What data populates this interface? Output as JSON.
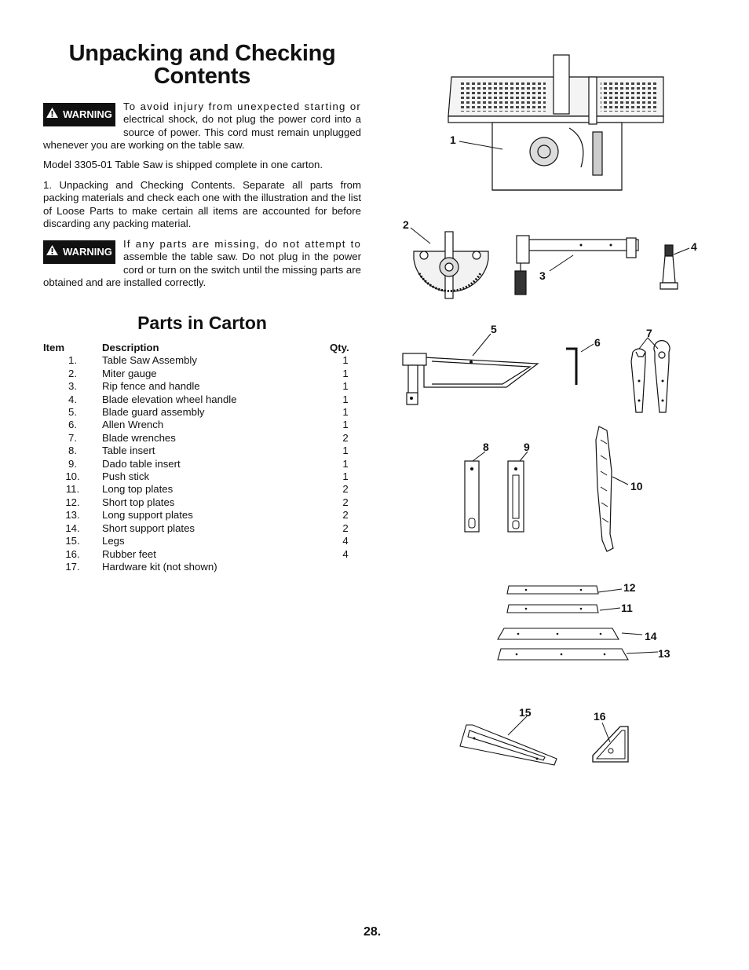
{
  "heading": "Unpacking and Checking Contents",
  "warning1": {
    "badge": "WARNING",
    "text_first": "To avoid injury from unexpected starting or",
    "text_rest": "electrical shock, do not plug the power cord into a source of power. This cord must remain unplugged whenever you are working on the table saw."
  },
  "model_note": "Model 3305-01 Table Saw is shipped complete in one carton.",
  "step1": "1. Unpacking and Checking Contents. Separate all parts from packing materials and check each one with the illustration and the list of Loose Parts to make certain all items are accounted for before discarding any packing material.",
  "warning2": {
    "badge": "WARNING",
    "text_first": "If any parts are missing, do not attempt to",
    "text_rest": "assemble the table saw. Do not plug in the power cord or turn on the switch until the missing parts are obtained and are installed correctly."
  },
  "parts_heading": "Parts in Carton",
  "table": {
    "headers": {
      "item": "Item",
      "description": "Description",
      "qty": "Qty."
    },
    "rows": [
      {
        "item": "1.",
        "description": "Table Saw Assembly",
        "qty": "1"
      },
      {
        "item": "2.",
        "description": "Miter gauge",
        "qty": "1"
      },
      {
        "item": "3.",
        "description": "Rip fence and handle",
        "qty": "1"
      },
      {
        "item": "4.",
        "description": "Blade elevation wheel handle",
        "qty": "1"
      },
      {
        "item": "5.",
        "description": "Blade guard assembly",
        "qty": "1"
      },
      {
        "item": "6.",
        "description": "Allen Wrench",
        "qty": "1"
      },
      {
        "item": "7.",
        "description": "Blade wrenches",
        "qty": "2"
      },
      {
        "item": "8.",
        "description": "Table insert",
        "qty": "1"
      },
      {
        "item": "9.",
        "description": "Dado table insert",
        "qty": "1"
      },
      {
        "item": "10.",
        "description": "Push stick",
        "qty": "1"
      },
      {
        "item": "11.",
        "description": "Long top plates",
        "qty": "2"
      },
      {
        "item": "12.",
        "description": "Short top plates",
        "qty": "2"
      },
      {
        "item": "13.",
        "description": "Long support plates",
        "qty": "2"
      },
      {
        "item": "14.",
        "description": "Short support plates",
        "qty": "2"
      },
      {
        "item": "15.",
        "description": "Legs",
        "qty": "4"
      },
      {
        "item": "16.",
        "description": "Rubber feet",
        "qty": "4"
      },
      {
        "item": "17.",
        "description": "Hardware kit (not shown)",
        "qty": ""
      }
    ]
  },
  "figure_labels": {
    "l1": "1",
    "l2": "2",
    "l3": "3",
    "l4": "4",
    "l5": "5",
    "l6": "6",
    "l7": "7",
    "l8": "8",
    "l9": "9",
    "l10": "10",
    "l11": "11",
    "l12": "12",
    "l13": "13",
    "l14": "14",
    "l15": "15",
    "l16": "16"
  },
  "page_number": "28."
}
